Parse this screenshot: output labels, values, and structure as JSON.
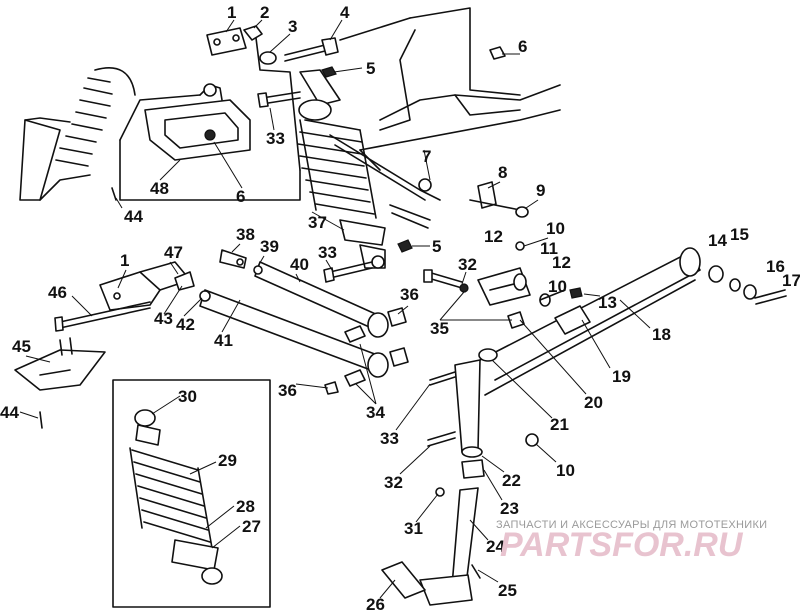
{
  "diagram": {
    "callouts": [
      "1",
      "2",
      "3",
      "4",
      "5",
      "6",
      "7",
      "8",
      "9",
      "10",
      "11",
      "12",
      "13",
      "14",
      "15",
      "16",
      "17",
      "18",
      "19",
      "20",
      "21",
      "22",
      "23",
      "24",
      "25",
      "26",
      "27",
      "28",
      "29",
      "30",
      "31",
      "32",
      "33",
      "34",
      "35",
      "36",
      "37",
      "38",
      "39",
      "40",
      "41",
      "42",
      "43",
      "44",
      "45",
      "46",
      "47",
      "48"
    ]
  },
  "watermark": {
    "subtitle": "ЗАПЧАСТИ И АКСЕССУАРЫ ДЛЯ МОТОТЕХНИКИ",
    "logo": "PARTSFOR.RU"
  }
}
